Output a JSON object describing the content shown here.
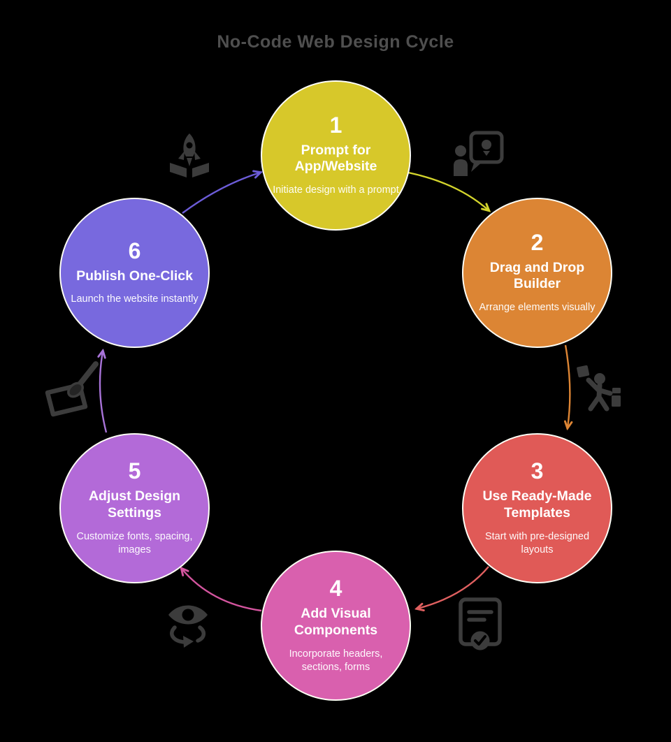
{
  "title": "No-Code Web Design Cycle",
  "title_color": "#4f4f4f",
  "background_color": "#000000",
  "steps": [
    {
      "number": "1",
      "title": "Prompt for App/Website",
      "description": "Initiate design with a prompt",
      "color": "#d7c82a"
    },
    {
      "number": "2",
      "title": "Drag and Drop Builder",
      "description": "Arrange elements visually",
      "color": "#dc8534"
    },
    {
      "number": "3",
      "title": "Use Ready-Made Templates",
      "description": "Start with pre-designed layouts",
      "color": "#e05a57"
    },
    {
      "number": "4",
      "title": "Add Visual Components",
      "description": "Incorporate headers, sections, forms",
      "color": "#d960ae"
    },
    {
      "number": "5",
      "title": "Adjust Design Settings",
      "description": "Customize fonts, spacing, images",
      "color": "#b36ad8"
    },
    {
      "number": "6",
      "title": "Publish One-Click",
      "description": "Launch the website instantly",
      "color": "#7869de"
    }
  ],
  "arrows": [
    {
      "from": "1",
      "to": "2",
      "color": "#d3d42c"
    },
    {
      "from": "2",
      "to": "3",
      "color": "#dd8534"
    },
    {
      "from": "3",
      "to": "4",
      "color": "#e06060"
    },
    {
      "from": "4",
      "to": "5",
      "color": "#d4559f"
    },
    {
      "from": "5",
      "to": "6",
      "color": "#a873d8"
    },
    {
      "from": "6",
      "to": "1",
      "color": "#6c5cd8"
    }
  ],
  "icons": {
    "between_6_and_1": "rocket-launch-icon",
    "between_1_and_2": "user-idea-speech-icon",
    "between_2_and_3": "user-building-blocks-icon",
    "between_3_and_4": "document-check-icon",
    "between_4_and_5": "eye-rotate-icon",
    "between_5_and_6": "paint-canvas-icon"
  }
}
